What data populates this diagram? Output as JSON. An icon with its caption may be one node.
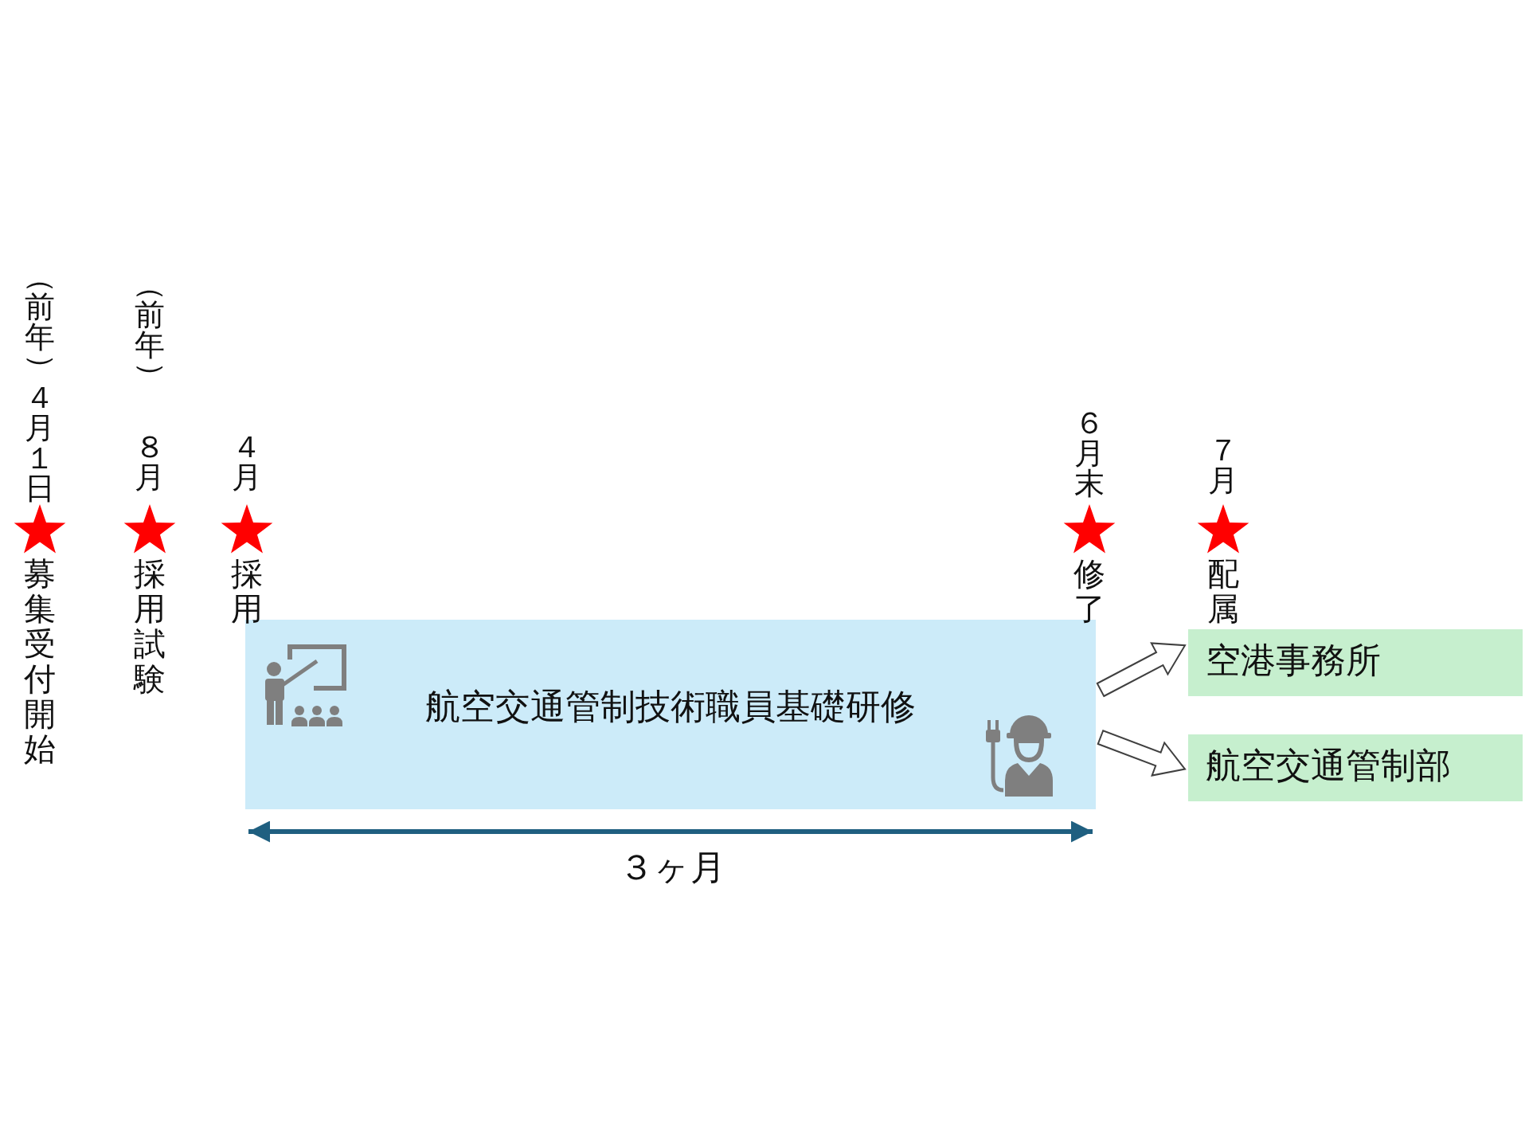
{
  "diagram": {
    "nodes": [
      {
        "text": [
          "航空交通管制技術職員基礎研修"
        ]
      },
      {
        "text": [
          "空港事務所"
        ]
      },
      {
        "text": [
          "航空交通管制部"
        ]
      }
    ],
    "edges": [
      {
        "from": 0,
        "to": 1,
        "arrow": "to"
      },
      {
        "from": 0,
        "to": 2,
        "arrow": "to"
      }
    ],
    "labels": [
      "（前年）４月１日",
      "募集受付開始",
      "（前年）",
      "８月",
      "採用試験",
      "４月",
      "採用",
      "６月末",
      "修了",
      "７月",
      "配属",
      "３ヶ月"
    ]
  }
}
